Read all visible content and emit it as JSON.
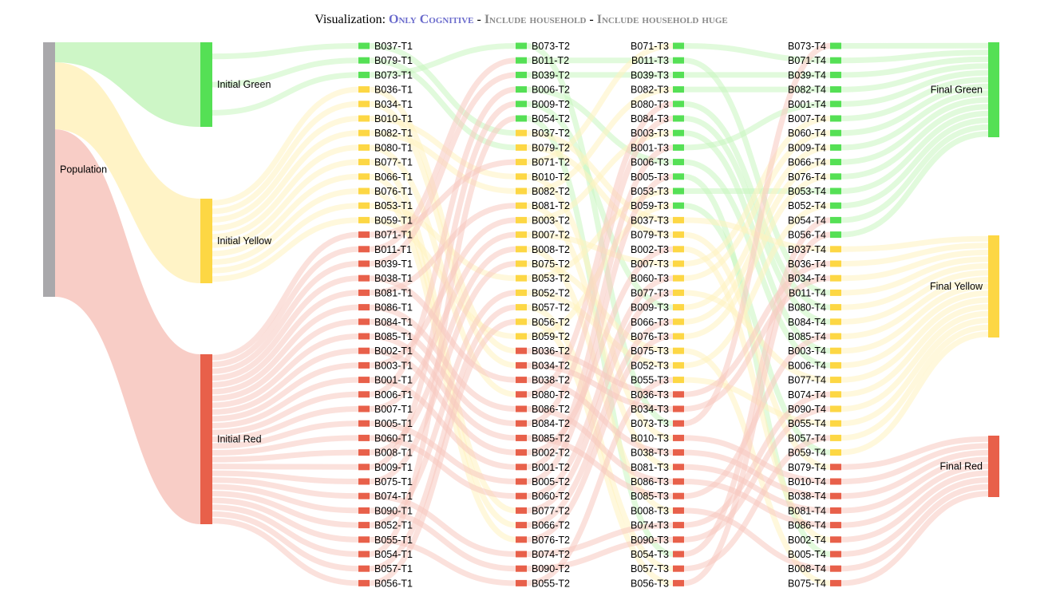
{
  "header": {
    "prefix": "Visualization: ",
    "options": [
      {
        "label": "Only Cognitive",
        "active": true
      },
      {
        "label": "Include household",
        "active": false
      },
      {
        "label": "Include household huge",
        "active": false
      }
    ],
    "separator": " - "
  },
  "colors": {
    "green": "#55e055",
    "yellow": "#fdd744",
    "red": "#e8604a",
    "grey": "#a9a8ab",
    "link_green": "#c8f5c0",
    "link_yellow": "#fff2c0",
    "link_red": "#f7c8c0",
    "active_option": "#6a6bcc",
    "inactive_option": "#8a8a8a"
  },
  "nodes": {
    "population": {
      "label": "Population"
    },
    "initial": [
      {
        "id": "G",
        "label": "Initial Green",
        "status": "green"
      },
      {
        "id": "Y",
        "label": "Initial Yellow",
        "status": "yellow"
      },
      {
        "id": "R",
        "label": "Initial Red",
        "status": "red"
      }
    ],
    "final": [
      {
        "id": "G",
        "label": "Final Green",
        "status": "green"
      },
      {
        "id": "Y",
        "label": "Final Yellow",
        "status": "yellow"
      },
      {
        "id": "R",
        "label": "Final Red",
        "status": "red"
      }
    ]
  },
  "columns": [
    {
      "id": "T1",
      "items": [
        [
          "B037-T1",
          "green"
        ],
        [
          "B079-T1",
          "green"
        ],
        [
          "B073-T1",
          "green"
        ],
        [
          "B036-T1",
          "yellow"
        ],
        [
          "B034-T1",
          "yellow"
        ],
        [
          "B010-T1",
          "yellow"
        ],
        [
          "B082-T1",
          "yellow"
        ],
        [
          "B080-T1",
          "yellow"
        ],
        [
          "B077-T1",
          "yellow"
        ],
        [
          "B066-T1",
          "yellow"
        ],
        [
          "B076-T1",
          "yellow"
        ],
        [
          "B053-T1",
          "yellow"
        ],
        [
          "B059-T1",
          "yellow"
        ],
        [
          "B071-T1",
          "red"
        ],
        [
          "B011-T1",
          "red"
        ],
        [
          "B039-T1",
          "red"
        ],
        [
          "B038-T1",
          "red"
        ],
        [
          "B081-T1",
          "red"
        ],
        [
          "B086-T1",
          "red"
        ],
        [
          "B084-T1",
          "red"
        ],
        [
          "B085-T1",
          "red"
        ],
        [
          "B002-T1",
          "red"
        ],
        [
          "B003-T1",
          "red"
        ],
        [
          "B001-T1",
          "red"
        ],
        [
          "B006-T1",
          "red"
        ],
        [
          "B007-T1",
          "red"
        ],
        [
          "B005-T1",
          "red"
        ],
        [
          "B060-T1",
          "red"
        ],
        [
          "B008-T1",
          "red"
        ],
        [
          "B009-T1",
          "red"
        ],
        [
          "B075-T1",
          "red"
        ],
        [
          "B074-T1",
          "red"
        ],
        [
          "B090-T1",
          "red"
        ],
        [
          "B052-T1",
          "red"
        ],
        [
          "B055-T1",
          "red"
        ],
        [
          "B054-T1",
          "red"
        ],
        [
          "B057-T1",
          "red"
        ],
        [
          "B056-T1",
          "red"
        ]
      ]
    },
    {
      "id": "T2",
      "items": [
        [
          "B073-T2",
          "green"
        ],
        [
          "B011-T2",
          "green"
        ],
        [
          "B039-T2",
          "green"
        ],
        [
          "B006-T2",
          "green"
        ],
        [
          "B009-T2",
          "green"
        ],
        [
          "B054-T2",
          "green"
        ],
        [
          "B037-T2",
          "yellow"
        ],
        [
          "B079-T2",
          "yellow"
        ],
        [
          "B071-T2",
          "yellow"
        ],
        [
          "B010-T2",
          "yellow"
        ],
        [
          "B082-T2",
          "yellow"
        ],
        [
          "B081-T2",
          "yellow"
        ],
        [
          "B003-T2",
          "yellow"
        ],
        [
          "B007-T2",
          "yellow"
        ],
        [
          "B008-T2",
          "yellow"
        ],
        [
          "B075-T2",
          "yellow"
        ],
        [
          "B053-T2",
          "yellow"
        ],
        [
          "B052-T2",
          "yellow"
        ],
        [
          "B057-T2",
          "yellow"
        ],
        [
          "B056-T2",
          "yellow"
        ],
        [
          "B059-T2",
          "yellow"
        ],
        [
          "B036-T2",
          "red"
        ],
        [
          "B034-T2",
          "red"
        ],
        [
          "B038-T2",
          "red"
        ],
        [
          "B080-T2",
          "red"
        ],
        [
          "B086-T2",
          "red"
        ],
        [
          "B084-T2",
          "red"
        ],
        [
          "B085-T2",
          "red"
        ],
        [
          "B002-T2",
          "red"
        ],
        [
          "B001-T2",
          "red"
        ],
        [
          "B005-T2",
          "red"
        ],
        [
          "B060-T2",
          "red"
        ],
        [
          "B077-T2",
          "red"
        ],
        [
          "B066-T2",
          "red"
        ],
        [
          "B076-T2",
          "red"
        ],
        [
          "B074-T2",
          "red"
        ],
        [
          "B090-T2",
          "red"
        ],
        [
          "B055-T2",
          "red"
        ]
      ]
    },
    {
      "id": "T3",
      "items": [
        [
          "B071-T3",
          "green"
        ],
        [
          "B011-T3",
          "green"
        ],
        [
          "B039-T3",
          "green"
        ],
        [
          "B082-T3",
          "green"
        ],
        [
          "B080-T3",
          "green"
        ],
        [
          "B084-T3",
          "green"
        ],
        [
          "B003-T3",
          "green"
        ],
        [
          "B001-T3",
          "green"
        ],
        [
          "B006-T3",
          "green"
        ],
        [
          "B005-T3",
          "green"
        ],
        [
          "B053-T3",
          "green"
        ],
        [
          "B059-T3",
          "green"
        ],
        [
          "B037-T3",
          "yellow"
        ],
        [
          "B079-T3",
          "yellow"
        ],
        [
          "B002-T3",
          "yellow"
        ],
        [
          "B007-T3",
          "yellow"
        ],
        [
          "B060-T3",
          "yellow"
        ],
        [
          "B077-T3",
          "yellow"
        ],
        [
          "B009-T3",
          "yellow"
        ],
        [
          "B066-T3",
          "yellow"
        ],
        [
          "B076-T3",
          "yellow"
        ],
        [
          "B075-T3",
          "yellow"
        ],
        [
          "B052-T3",
          "yellow"
        ],
        [
          "B055-T3",
          "yellow"
        ],
        [
          "B036-T3",
          "red"
        ],
        [
          "B034-T3",
          "red"
        ],
        [
          "B073-T3",
          "red"
        ],
        [
          "B010-T3",
          "red"
        ],
        [
          "B038-T3",
          "red"
        ],
        [
          "B081-T3",
          "red"
        ],
        [
          "B086-T3",
          "red"
        ],
        [
          "B085-T3",
          "red"
        ],
        [
          "B008-T3",
          "red"
        ],
        [
          "B074-T3",
          "red"
        ],
        [
          "B090-T3",
          "red"
        ],
        [
          "B054-T3",
          "red"
        ],
        [
          "B057-T3",
          "red"
        ],
        [
          "B056-T3",
          "red"
        ]
      ]
    },
    {
      "id": "T4",
      "items": [
        [
          "B073-T4",
          "green"
        ],
        [
          "B071-T4",
          "green"
        ],
        [
          "B039-T4",
          "green"
        ],
        [
          "B082-T4",
          "green"
        ],
        [
          "B001-T4",
          "green"
        ],
        [
          "B007-T4",
          "green"
        ],
        [
          "B060-T4",
          "green"
        ],
        [
          "B009-T4",
          "green"
        ],
        [
          "B066-T4",
          "green"
        ],
        [
          "B076-T4",
          "green"
        ],
        [
          "B053-T4",
          "green"
        ],
        [
          "B052-T4",
          "green"
        ],
        [
          "B054-T4",
          "green"
        ],
        [
          "B056-T4",
          "green"
        ],
        [
          "B037-T4",
          "yellow"
        ],
        [
          "B036-T4",
          "yellow"
        ],
        [
          "B034-T4",
          "yellow"
        ],
        [
          "B011-T4",
          "yellow"
        ],
        [
          "B080-T4",
          "yellow"
        ],
        [
          "B084-T4",
          "yellow"
        ],
        [
          "B085-T4",
          "yellow"
        ],
        [
          "B003-T4",
          "yellow"
        ],
        [
          "B006-T4",
          "yellow"
        ],
        [
          "B077-T4",
          "yellow"
        ],
        [
          "B074-T4",
          "yellow"
        ],
        [
          "B090-T4",
          "yellow"
        ],
        [
          "B055-T4",
          "yellow"
        ],
        [
          "B057-T4",
          "yellow"
        ],
        [
          "B059-T4",
          "yellow"
        ],
        [
          "B079-T4",
          "red"
        ],
        [
          "B010-T4",
          "red"
        ],
        [
          "B038-T4",
          "red"
        ],
        [
          "B081-T4",
          "red"
        ],
        [
          "B086-T4",
          "red"
        ],
        [
          "B002-T4",
          "red"
        ],
        [
          "B005-T4",
          "red"
        ],
        [
          "B008-T4",
          "red"
        ],
        [
          "B075-T4",
          "red"
        ]
      ]
    }
  ]
}
